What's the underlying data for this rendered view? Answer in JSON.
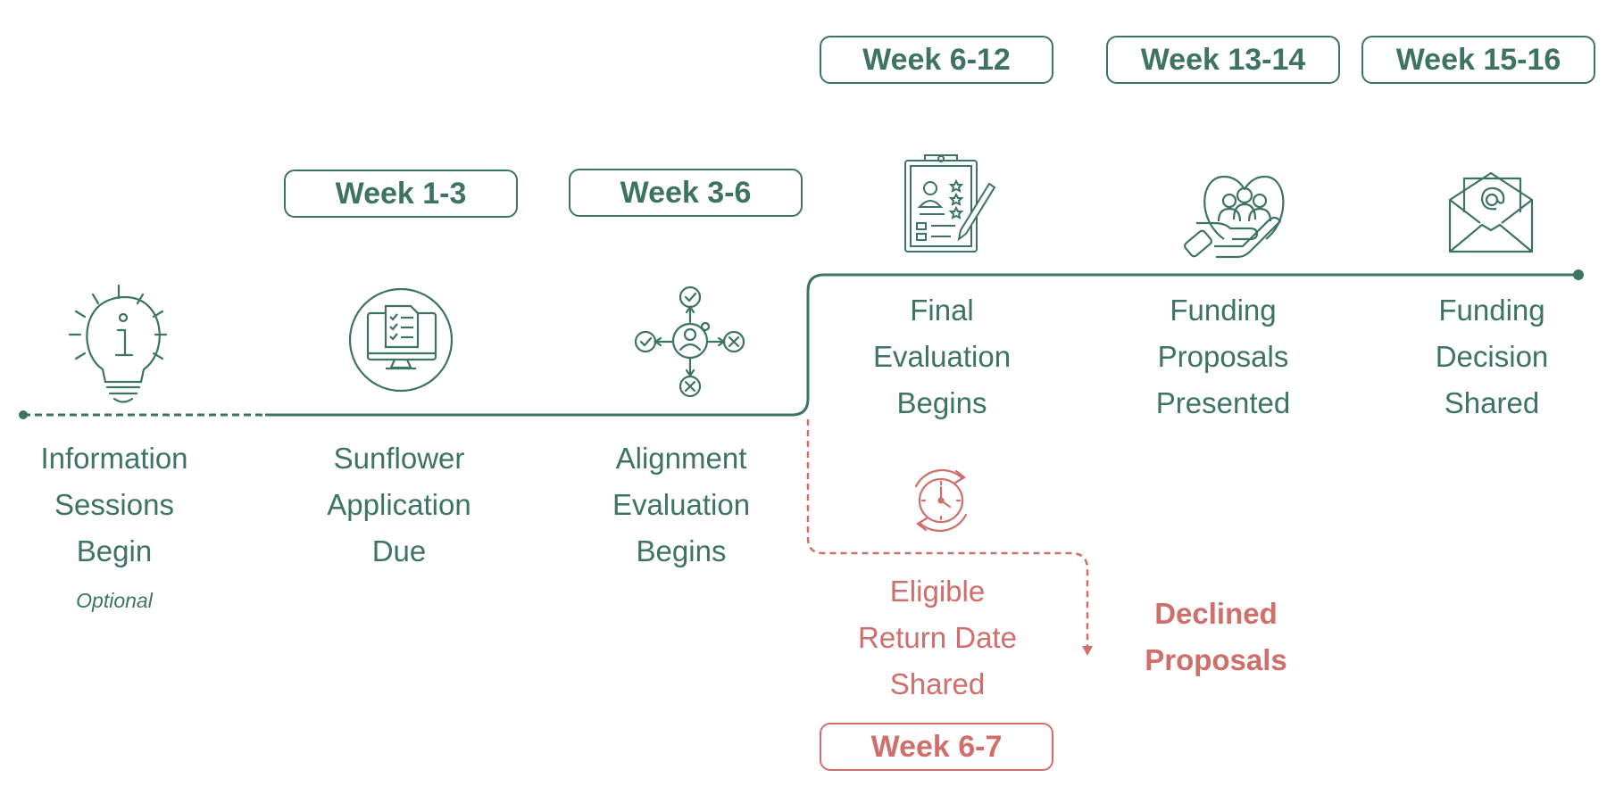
{
  "colors": {
    "primary": "#3d7363",
    "accent": "#cf6e6b",
    "background": "#ffffff"
  },
  "badges": {
    "week_1_3": "Week 1-3",
    "week_3_6": "Week 3-6",
    "week_6_12": "Week 6-12",
    "week_13_14": "Week 13-14",
    "week_15_16": "Week 15-16",
    "week_6_7": "Week 6-7"
  },
  "steps": {
    "information_sessions": "Information\nSessions\nBegin",
    "application_due": "Sunflower\nApplication\nDue",
    "alignment_evaluation": "Alignment\nEvaluation\nBegins",
    "final_evaluation": "Final\nEvaluation\nBegins",
    "funding_proposals": "Funding\nProposals\nPresented",
    "funding_decision": "Funding\nDecision\nShared",
    "eligible_return": "Eligible\nReturn Date\nShared",
    "declined_proposals": "Declined\nProposals"
  },
  "notes": {
    "optional": "Optional"
  },
  "icons": [
    "lightbulb-info-icon",
    "computer-checklist-icon",
    "decision-person-icon",
    "clipboard-evaluation-icon",
    "hand-heart-people-icon",
    "envelope-email-icon",
    "clock-refresh-icon"
  ]
}
